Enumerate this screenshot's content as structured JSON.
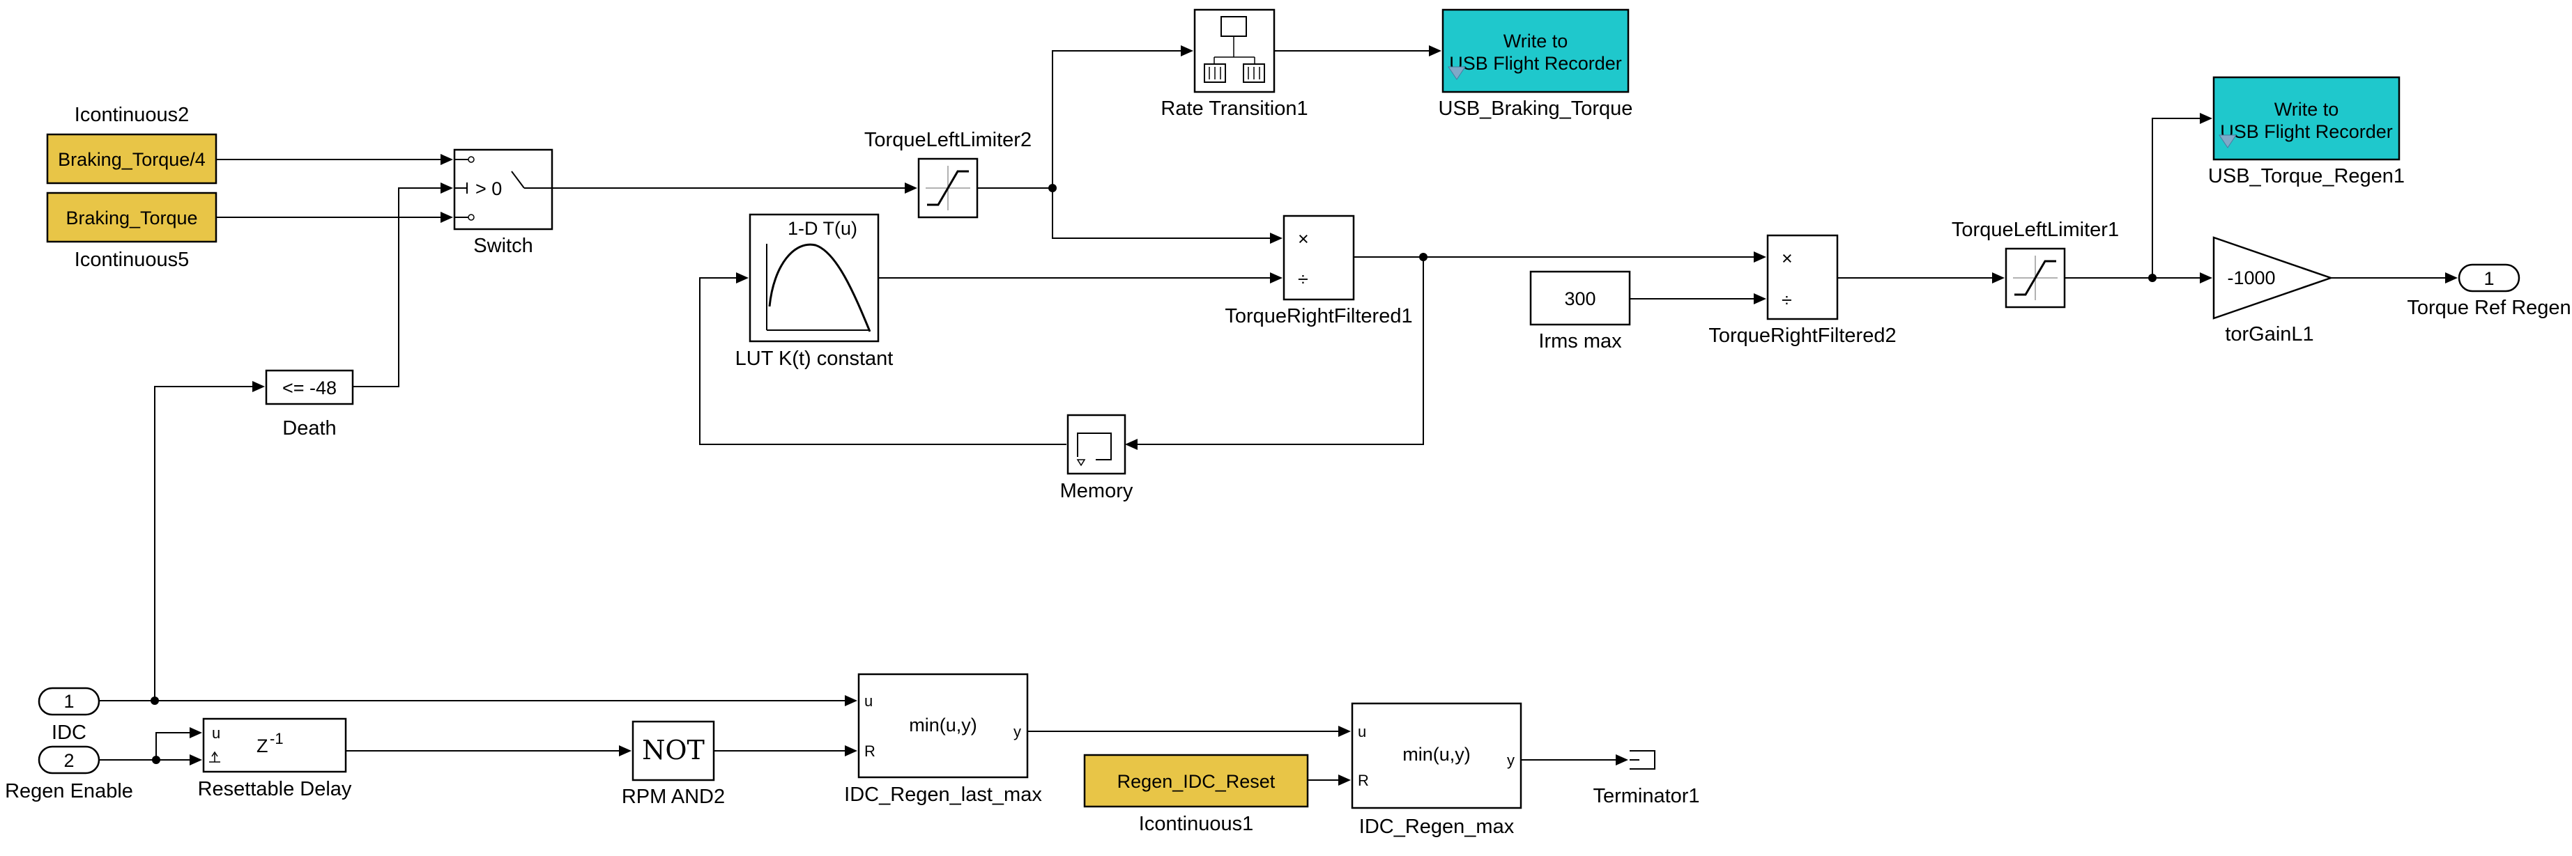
{
  "blocks": {
    "braking_torque_4": {
      "text": "Braking_Torque/4",
      "label": "Icontinuous2"
    },
    "braking_torque": {
      "text": "Braking_Torque",
      "label": "Icontinuous5"
    },
    "switch": {
      "text": "> 0",
      "label": "Switch"
    },
    "death": {
      "text": "<= -48",
      "label": "Death"
    },
    "torque_left_limiter2": {
      "label": "TorqueLeftLimiter2"
    },
    "rate_transition": {
      "label": "Rate Transition1"
    },
    "usb_braking": {
      "text_line1": "Write to",
      "text_line2": "USB Flight Recorder",
      "label": "USB_Braking_Torque"
    },
    "lut": {
      "text": "1-D T(u)",
      "label": "LUT K(t) constant"
    },
    "torque_right_filtered1": {
      "times": "×",
      "divide": "÷",
      "label": "TorqueRightFiltered1"
    },
    "memory": {
      "label": "Memory"
    },
    "irms_max": {
      "text": "300",
      "label": "Irms max"
    },
    "torque_right_filtered2": {
      "times": "×",
      "divide": "÷",
      "label": "TorqueRightFiltered2"
    },
    "torque_left_limiter1": {
      "label": "TorqueLeftLimiter1"
    },
    "usb_regen": {
      "text_line1": "Write to",
      "text_line2": "USB Flight Recorder",
      "label": "USB_Torque_Regen1"
    },
    "gain": {
      "text": "-1000",
      "label": "torGainL1"
    },
    "out_torque_ref": {
      "text": "1",
      "label": "Torque Ref Regen"
    },
    "in_idc": {
      "text": "1",
      "label": "IDC"
    },
    "in_regen_enable": {
      "text": "2",
      "label": "Regen Enable"
    },
    "resettable_delay": {
      "port_u": "u",
      "text": "Z",
      "exponent": "-1",
      "label": "Resettable Delay"
    },
    "rpm_and2": {
      "text": "NOT",
      "label": "RPM AND2"
    },
    "idc_regen_last_max": {
      "port_u": "u",
      "port_r": "R",
      "port_y": "y",
      "text": "min(u,y)",
      "label": "IDC_Regen_last_max"
    },
    "regen_idc_reset": {
      "text": "Regen_IDC_Reset",
      "label": "Icontinuous1"
    },
    "idc_regen_max": {
      "port_u": "u",
      "port_r": "R",
      "port_y": "y",
      "text": "min(u,y)",
      "label": "IDC_Regen_max"
    },
    "terminator": {
      "label": "Terminator1"
    }
  },
  "colors": {
    "constant_block": "#e8c547",
    "usb_block": "#1fc8cc",
    "wire": "#000000",
    "background": "#ffffff"
  }
}
